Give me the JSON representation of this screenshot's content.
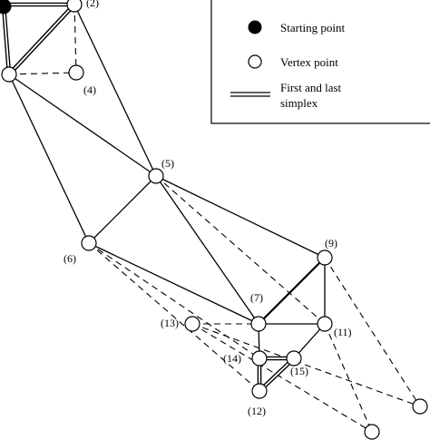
{
  "legend": {
    "starting_point": "Starting point",
    "vertex_point": "Vertex point",
    "first_last_line1": "First and last",
    "first_last_line2": "simplex"
  },
  "vertex_labels": {
    "v2": "(2)",
    "v4": "(4)",
    "v5": "(5)",
    "v6": "(6)",
    "v7": "(7)",
    "v9": "(9)",
    "v11": "(11)",
    "v12": "(12)",
    "v13": "(13)",
    "v14": "(14)",
    "v15": "(15)"
  }
}
